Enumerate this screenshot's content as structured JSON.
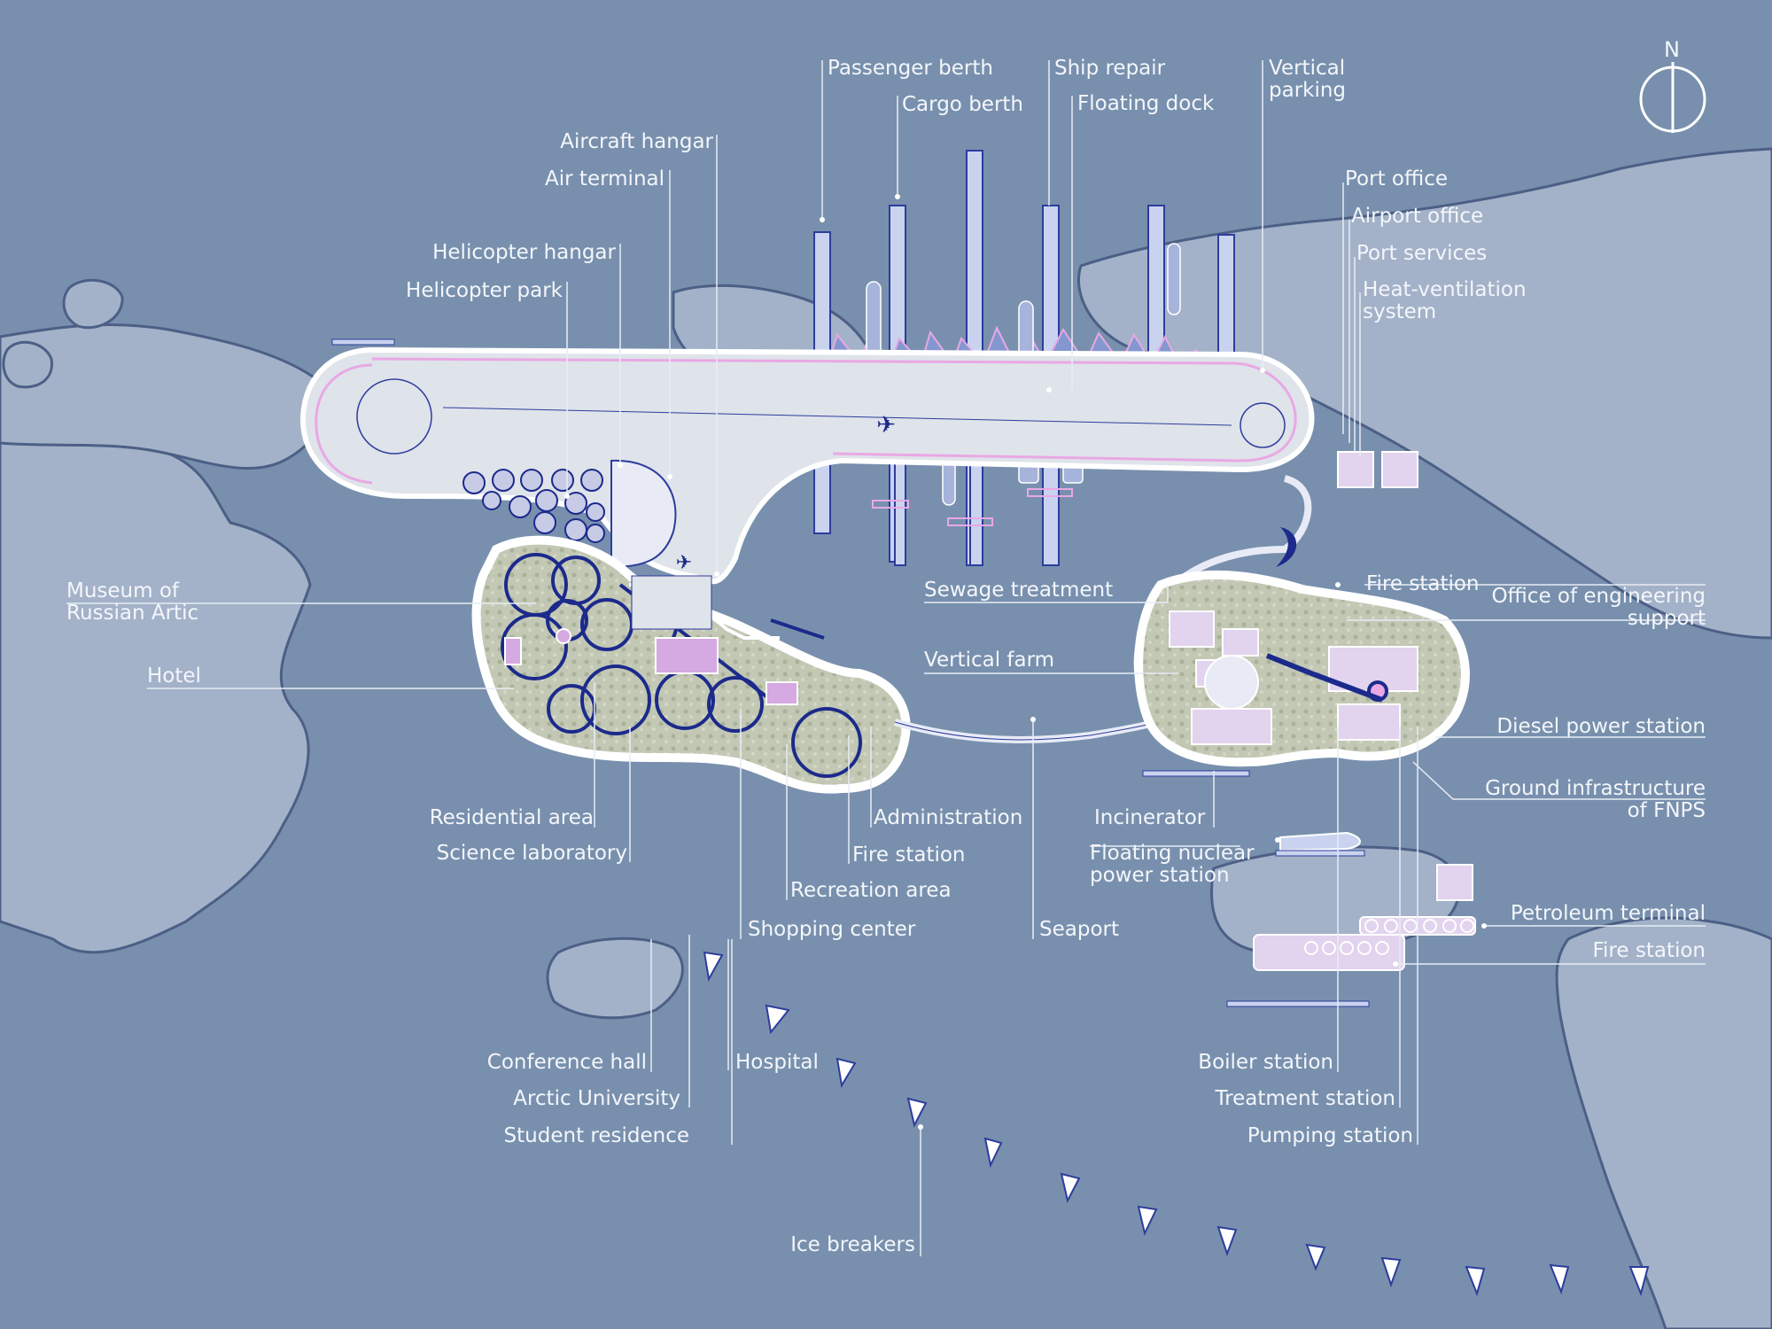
{
  "compass": {
    "north_label": "N"
  },
  "colors": {
    "sea": "#7890ad",
    "land": "#a3b2c8",
    "platform": "#eef0f4",
    "accent_pink": "#e9a8e4",
    "structure_blue": "#1c2a8c"
  },
  "labels": {
    "passenger_berth": "Passenger berth",
    "cargo_berth": "Cargo berth",
    "ship_repair": "Ship repair",
    "floating_dock": "Floating dock",
    "vertical_parking_1": "Vertical",
    "vertical_parking_2": "parking",
    "aircraft_hangar": "Aircraft hangar",
    "air_terminal": "Air terminal",
    "helicopter_hangar": "Helicopter hangar",
    "helicopter_park": "Helicopter park",
    "port_office": "Port office",
    "airport_office": "Airport office",
    "port_services": "Port services",
    "heat_ventilation_1": "Heat-ventilation",
    "heat_ventilation_2": "system",
    "museum_1": "Museum of",
    "museum_2": "Russian Artic",
    "hotel": "Hotel",
    "sewage_treatment": "Sewage treatment",
    "vertical_farm": "Vertical farm",
    "fire_station_north": "Fire station",
    "engineering_support_1": "Office of engineering",
    "engineering_support_2": "support",
    "diesel_power_station": "Diesel power station",
    "ground_infrastructure_1": "Ground infrastructure",
    "ground_infrastructure_2": "of FNPS",
    "residential_area": "Residential area",
    "science_laboratory": "Science laboratory",
    "administration": "Administration",
    "fire_station_west": "Fire station",
    "recreation_area": "Recreation area",
    "shopping_center": "Shopping center",
    "incinerator": "Incinerator",
    "floating_nuclear_1": "Floating nuclear",
    "floating_nuclear_2": "power station",
    "seaport": "Seaport",
    "petroleum_terminal": "Petroleum terminal",
    "fire_station_south": "Fire station",
    "conference_hall": "Conference hall",
    "hospital": "Hospital",
    "arctic_university": "Arctic University",
    "student_residence": "Student residence",
    "boiler_station": "Boiler station",
    "treatment_station": "Treatment station",
    "pumping_station": "Pumping station",
    "ice_breakers": "Ice breakers"
  }
}
